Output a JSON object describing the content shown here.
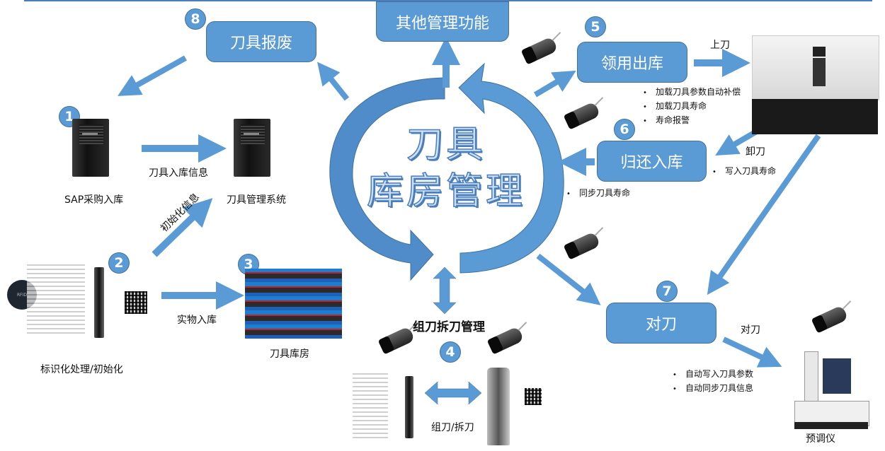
{
  "diagram": {
    "center_title_line1": "刀具",
    "center_title_line2": "库房管理",
    "colors": {
      "box_fill": "#5b9bd5",
      "box_border": "#41719c",
      "arrow": "#5b9bd5",
      "cycle_dark": "#41719c",
      "top_rule": "#4a7ebb"
    },
    "boxes": {
      "scrap": "刀具报废",
      "other": "其他管理功能",
      "issue": "领用出库",
      "return": "归还入库",
      "presetting": "对刀"
    },
    "badges": [
      "1",
      "2",
      "3",
      "4",
      "5",
      "6",
      "7",
      "8"
    ],
    "labels": {
      "sap": "SAP采购入库",
      "tms": "刀具管理系统",
      "entry_info": "刀具入库信息",
      "init_info": "初始化信息",
      "identify": "标识化处理/初始化",
      "physical_entry": "实物入库",
      "tool_room": "刀具库房",
      "assembly_mgmt": "组刀拆刀管理",
      "assemble": "组刀/拆刀",
      "load_tool": "上刀",
      "unload_tool": "卸刀",
      "preset_action": "对刀",
      "presetter": "预调仪"
    },
    "bullets": {
      "machine": [
        "加载刀具参数自动补偿",
        "加载刀具寿命",
        "寿命报警"
      ],
      "unload": [
        "写入刀具寿命"
      ],
      "return": [
        "同步刀具寿命"
      ],
      "presetting": [
        "自动写入刀具参数",
        "自动同步刀具信息"
      ]
    },
    "icons": [
      "server-icon",
      "rfid-reader-icon",
      "qr-code-icon",
      "cnc-machine-icon",
      "tool-presetter-icon",
      "tool-storage-photo",
      "cutting-tool-icon",
      "tool-holder-icon",
      "rfid-tag-icon"
    ]
  }
}
